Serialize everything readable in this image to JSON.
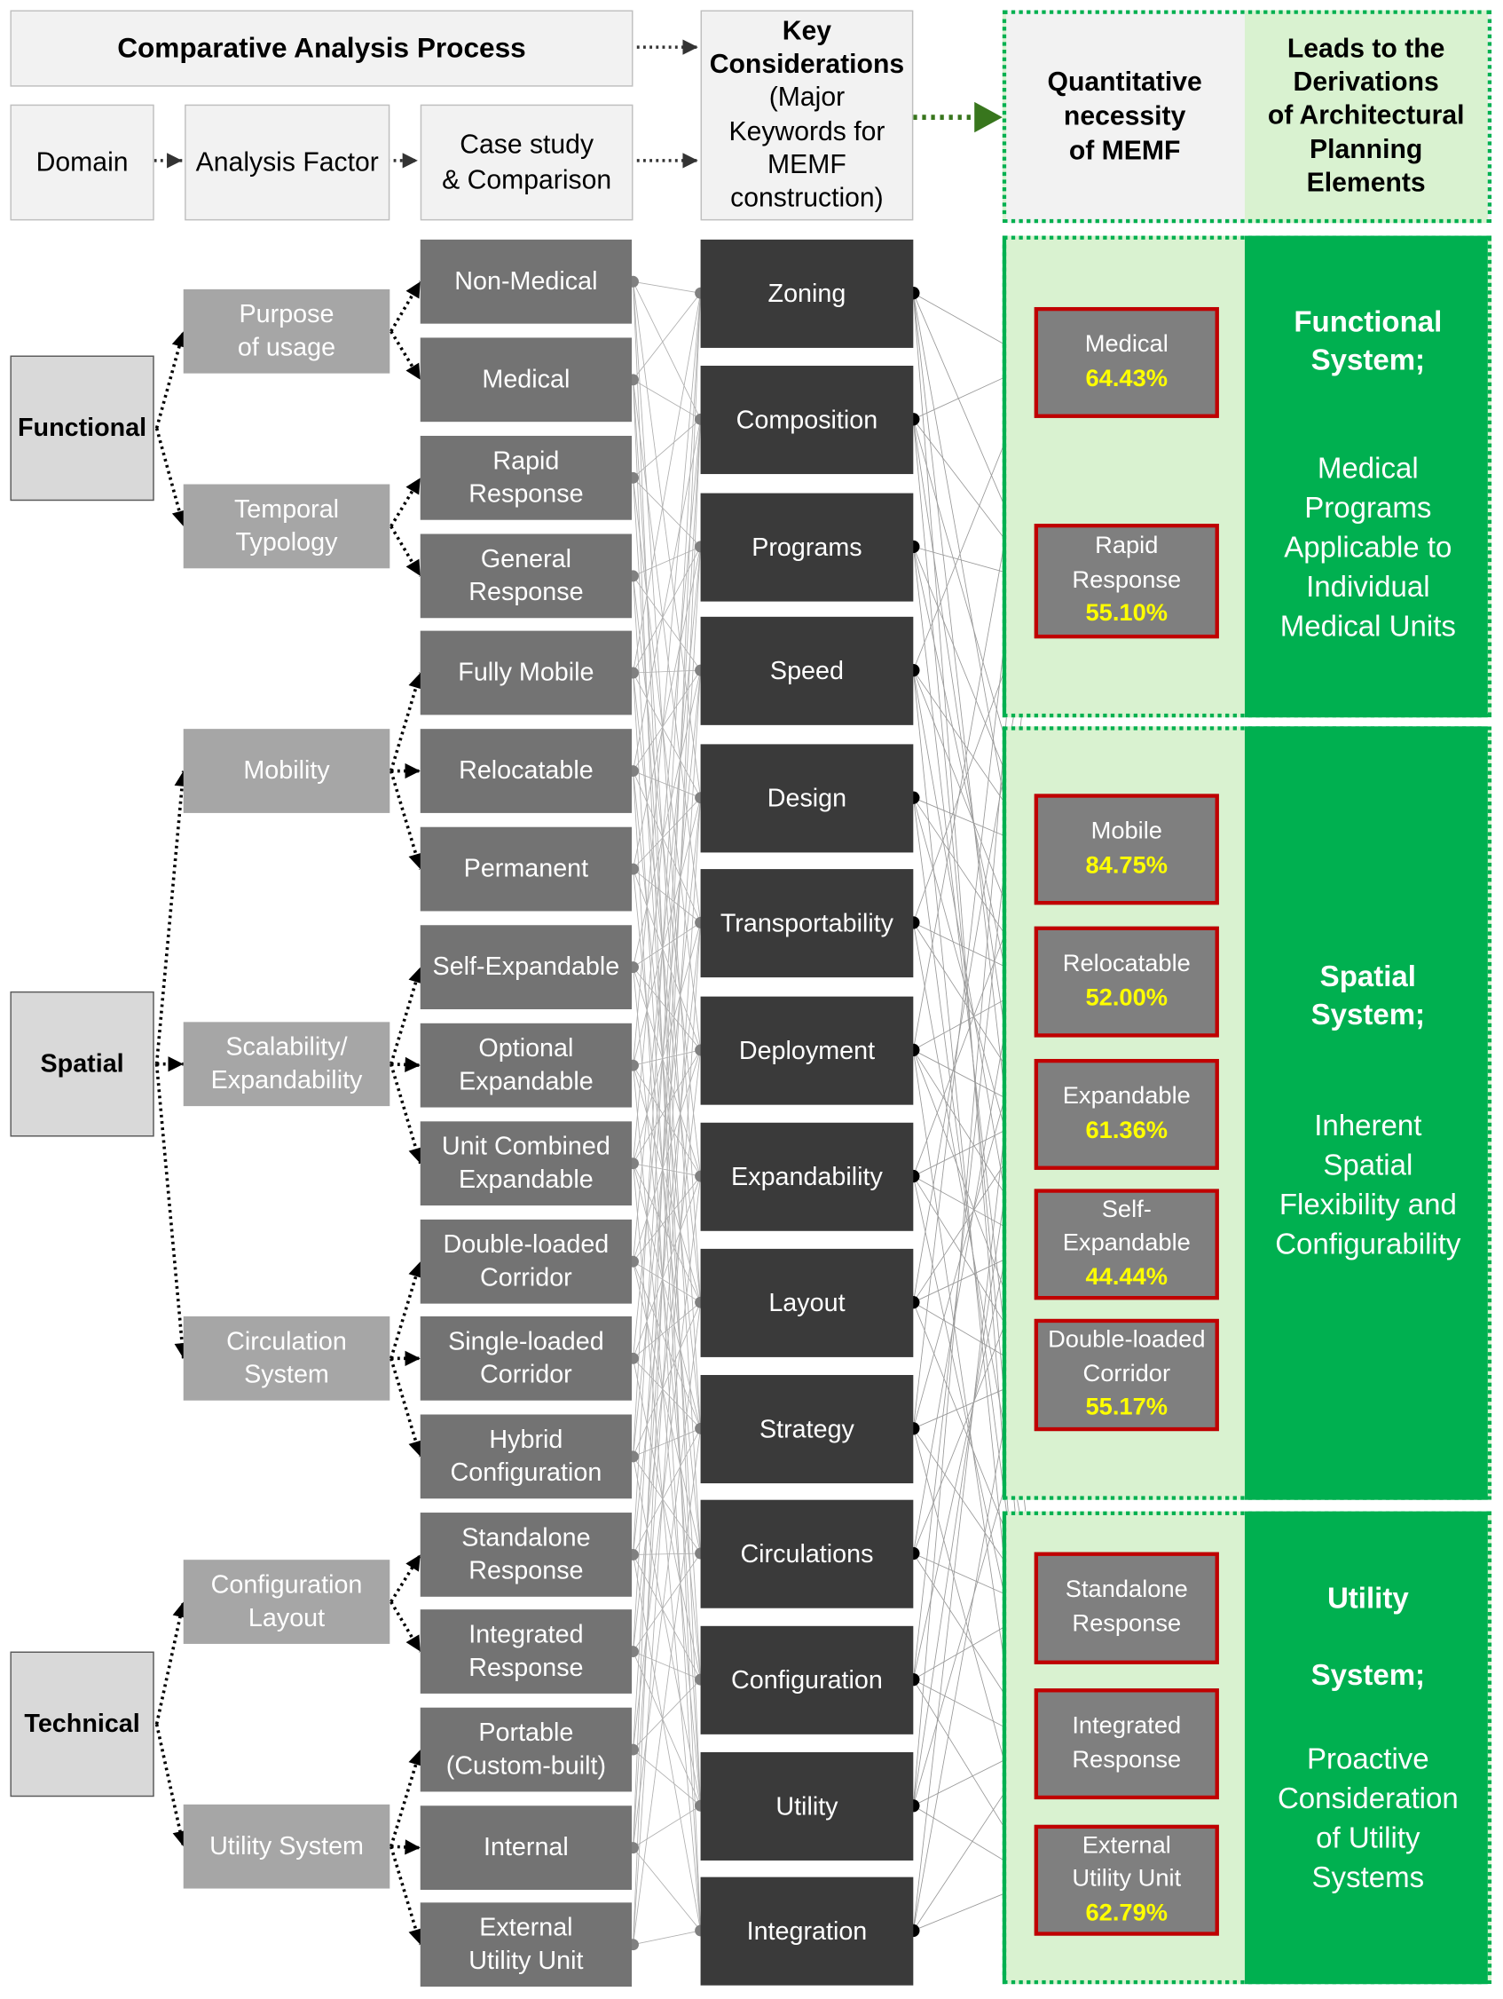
{
  "header": {
    "process": "Comparative Analysis Process",
    "domain": "Domain",
    "analysis_factor": "Analysis Factor",
    "case_study": "Case study\n& Comparison",
    "key_title": "Key\nConsiderations",
    "key_sub": "(Major\nKeywords for\nMEMF\nconstruction)",
    "quantitative": "Quantitative\nnecessity\nof MEMF",
    "leads": "Leads to the\nDerivations\nof Architectural\nPlanning\nElements"
  },
  "domains": [
    "Functional",
    "Spatial",
    "Technical"
  ],
  "factors": [
    "Purpose\nof usage",
    "Temporal\nTypology",
    "Mobility",
    "Scalability/\nExpandability",
    "Circulation\nSystem",
    "Configuration\nLayout",
    "Utility System"
  ],
  "subfactors": [
    "Non-Medical",
    "Medical",
    "Rapid\nResponse",
    "General\nResponse",
    "Fully Mobile",
    "Relocatable",
    "Permanent",
    "Self-Expandable",
    "Optional\nExpandable",
    "Unit Combined\nExpandable",
    "Double-loaded\nCorridor",
    "Single-loaded\nCorridor",
    "Hybrid\nConfiguration",
    "Standalone\nResponse",
    "Integrated\nResponse",
    "Portable\n(Custom-built)",
    "Internal",
    "External\nUtility Unit"
  ],
  "keywords": [
    "Zoning",
    "Composition",
    "Programs",
    "Speed",
    "Design",
    "Transportability",
    "Deployment",
    "Expandability",
    "Layout",
    "Strategy",
    "Circulations",
    "Configuration",
    "Utility",
    "Integration"
  ],
  "necessity": [
    {
      "label": "Medical",
      "pct": "64.43%"
    },
    {
      "label": "Rapid\nResponse",
      "pct": "55.10%"
    },
    {
      "label": "Mobile",
      "pct": "84.75%"
    },
    {
      "label": "Relocatable",
      "pct": "52.00%"
    },
    {
      "label": "Expandable",
      "pct": "61.36%"
    },
    {
      "label": "Self-\nExpandable",
      "pct": "44.44%"
    },
    {
      "label": "Double-loaded\nCorridor",
      "pct": "55.17%"
    },
    {
      "label": "Standalone\nResponse",
      "pct": ""
    },
    {
      "label": "Integrated\nResponse",
      "pct": ""
    },
    {
      "label": "External\nUtility Unit",
      "pct": "62.79%"
    }
  ],
  "systems": [
    {
      "title": "Functional\nSystem;",
      "desc": "Medical\nPrograms\nApplicable to\nIndividual\nMedical Units"
    },
    {
      "title": "Spatial\nSystem;",
      "desc": "Inherent\nSpatial\nFlexibility and\nConfigurability"
    },
    {
      "title": "Utility\n\nSystem;",
      "desc": "Proactive\nConsideration\nof Utility\nSystems"
    }
  ],
  "colors": {
    "green": "#00b050",
    "light_green": "#d9f2d0",
    "red": "#c00000",
    "yellow": "#ffff00"
  }
}
